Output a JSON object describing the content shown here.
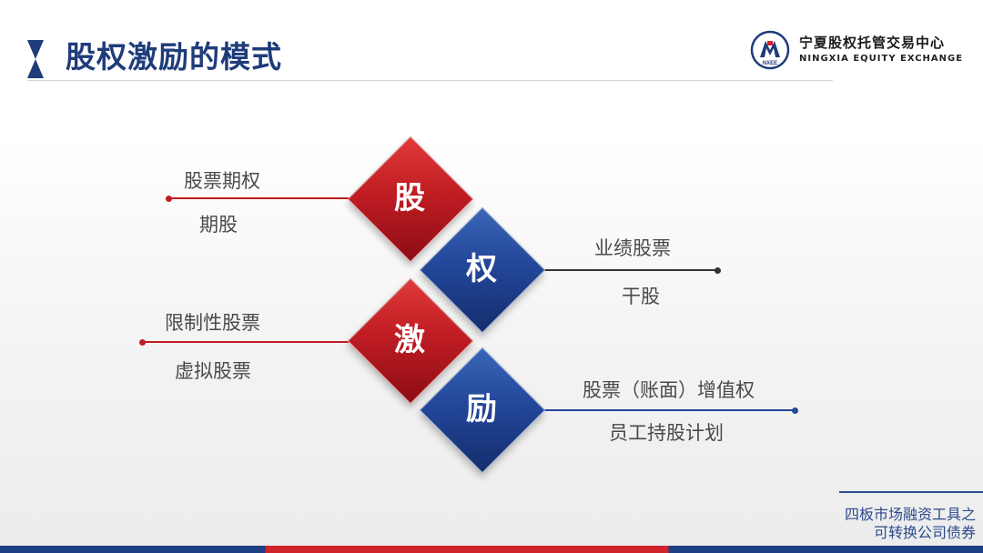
{
  "header": {
    "title": "股权激励的模式",
    "org_name_cn": "宁夏股权托管交易中心",
    "org_name_en": "NINGXIA EQUITY EXCHANGE",
    "logo_text": "NXEE"
  },
  "diamonds": [
    {
      "char": "股",
      "color": "red"
    },
    {
      "char": "权",
      "color": "blue"
    },
    {
      "char": "激",
      "color": "red"
    },
    {
      "char": "励",
      "color": "blue"
    }
  ],
  "branches": [
    {
      "top": "股票期权",
      "bottom": "期股"
    },
    {
      "top": "业绩股票",
      "bottom": "干股"
    },
    {
      "top": "限制性股票",
      "bottom": "虚拟股票"
    },
    {
      "top": "股票（账面）增值权",
      "bottom": "员工持股计划"
    }
  ],
  "footer": {
    "line1": "四板市场融资工具之",
    "line2": "可转换公司债券"
  },
  "colors": {
    "red": "#c01d23",
    "blue": "#23479a",
    "navy": "#1f3c7a"
  }
}
